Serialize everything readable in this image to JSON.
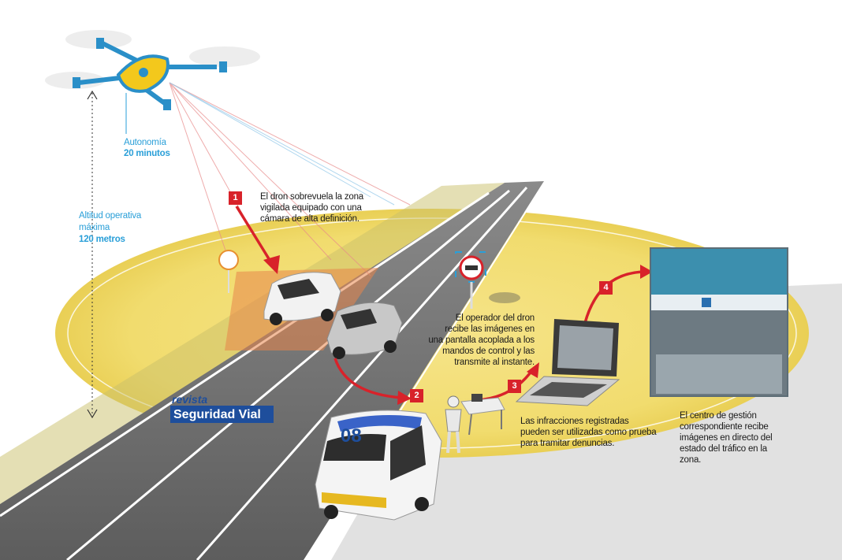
{
  "colors": {
    "accent_red": "#d8222a",
    "accent_blue": "#2a9fd8",
    "zone_yellow": "#f1dc6e",
    "road": "#6b6b6b"
  },
  "drone": {
    "autonomy_label": "Autonomía",
    "autonomy_value": "20 minutos",
    "altitude_label_1": "Altitud operativa",
    "altitude_label_2": "máxima",
    "altitude_value": "120 metros"
  },
  "steps": [
    {
      "number": "1",
      "lines": [
        "El dron sobrevuela la zona",
        "vigilada equipado con una",
        "cámara de alta definición."
      ]
    },
    {
      "number": "2",
      "lines": [
        "El operador del dron",
        "recibe las imágenes en",
        "una pantalla acoplada a los",
        "mandos de control y las",
        "transmite al instante."
      ]
    },
    {
      "number": "3",
      "lines": [
        "Las  infracciones registradas",
        "pueden ser utilizadas como prueba",
        "para tramitar denuncias."
      ]
    },
    {
      "number": "4",
      "lines": [
        "El centro de gestión",
        "correspondiente recibe",
        "imágenes en directo del",
        "estado del tráfico en la",
        "zona."
      ]
    }
  ],
  "logo": {
    "line1": "revista",
    "line2": "Seguridad Vial"
  },
  "van_number": "08"
}
